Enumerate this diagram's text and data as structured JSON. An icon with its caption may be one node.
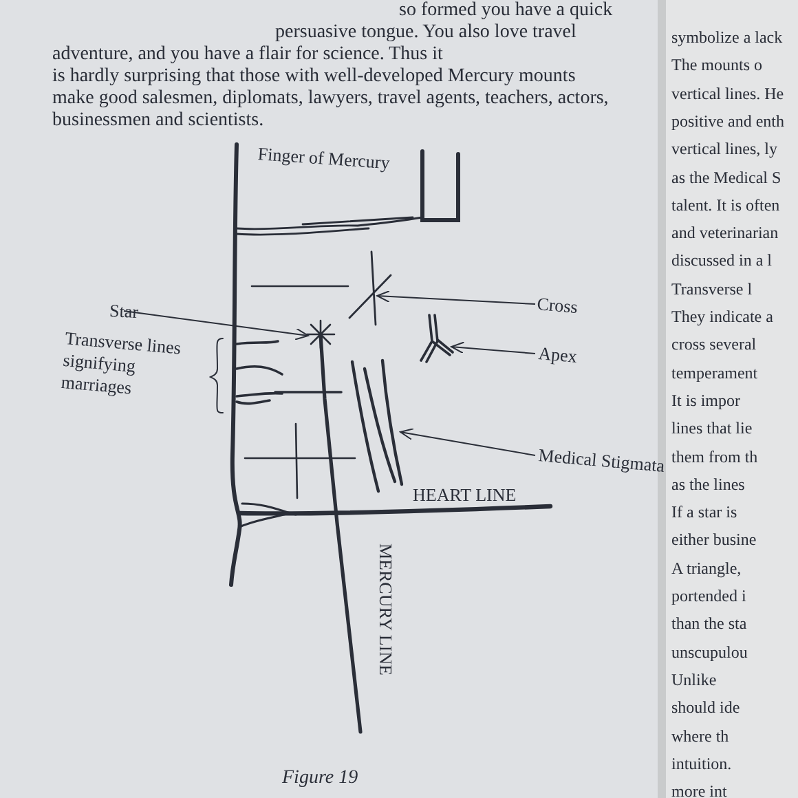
{
  "diagram": {
    "caption": "Figure 19",
    "nodes": [
      {
        "text": [
          "Star"
        ]
      },
      {
        "text": [],
        "shape": "star"
      },
      {
        "text": [
          "Cross"
        ]
      },
      {
        "text": [],
        "shape": "cross"
      },
      {
        "text": [
          "Apex"
        ]
      },
      {
        "text": [],
        "shape": "fork"
      },
      {
        "text": [
          "Medical Stigmata"
        ]
      },
      {
        "text": [],
        "shape": "lines"
      }
    ],
    "edges": [
      {
        "from": 0,
        "to": 1,
        "arrow": "to"
      },
      {
        "from": 2,
        "to": 3,
        "arrow": "to"
      },
      {
        "from": 4,
        "to": 5,
        "arrow": "to"
      },
      {
        "from": 6,
        "to": 7,
        "arrow": "to"
      }
    ],
    "labels": [
      "so formed you have a quick",
      "persuasive tongue. You also love travel",
      "adventure, and you have a flair for science. Thus it",
      "is hardly surprising that those with well-developed Mercury mounts",
      "make good salesmen, diplomats, lawyers, travel agents, teachers, actors,",
      "businessmen and scientists.",
      "Finger of Mercury",
      "Transverse lines signifying marriages",
      "HEART LINE",
      "MERCURY LINE",
      "symbolize a lack",
      "The mounts o",
      "vertical lines. He",
      "positive and enth",
      "vertical lines, ly",
      "as the Medical S",
      "talent. It is often",
      "and veterinarian",
      "discussed in a l",
      "Transverse l",
      "They indicate a",
      "cross several",
      "temperament",
      "It is impor",
      "lines that lie",
      "them from th",
      "as the lines",
      "If a star is",
      "either busine",
      "A triangle,",
      "portended i",
      "than the sta",
      "unscupulou",
      "Unlike",
      "should ide",
      "where th",
      "intuition.",
      "more int"
    ]
  }
}
